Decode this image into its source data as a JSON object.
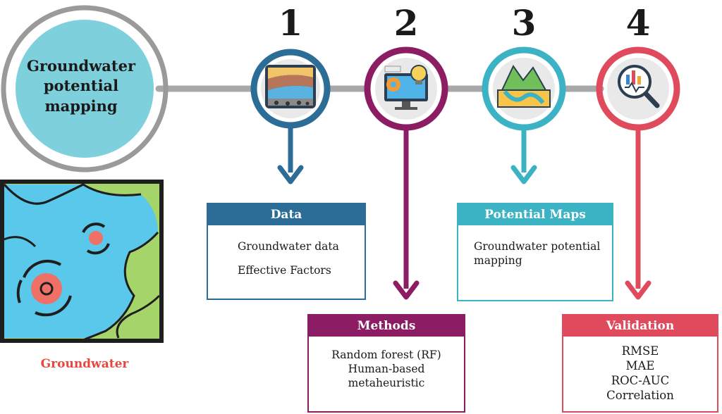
{
  "main": {
    "title": "Groundwater potential mapping"
  },
  "groundwater_label": "Groundwater",
  "steps": [
    {
      "number": "1",
      "color": "#2b6d96",
      "icon": "soil-layers-icon"
    },
    {
      "number": "2",
      "color": "#8c1d64",
      "icon": "computer-gear-bulb-icon"
    },
    {
      "number": "3",
      "color": "#3cb3c4",
      "icon": "terrain-map-icon"
    },
    {
      "number": "4",
      "color": "#e04a5d",
      "icon": "chart-magnifier-icon"
    }
  ],
  "boxes": {
    "data": {
      "title": "Data",
      "items": [
        "Groundwater data",
        "Effective Factors"
      ]
    },
    "methods": {
      "title": "Methods",
      "items": [
        "Random forest (RF)",
        "Human-based",
        "metaheuristic"
      ]
    },
    "maps": {
      "title": "Potential Maps",
      "items": [
        "Groundwater potential",
        "mapping"
      ]
    },
    "validation": {
      "title": "Validation",
      "items": [
        "RMSE",
        "MAE",
        "ROC-AUC",
        "Correlation"
      ]
    }
  },
  "colors": {
    "main_circle": "#7ed0dc",
    "connector": "#a8a8a8",
    "water": "#5ac8ea",
    "land": "#a5d46a",
    "label_red": "#e8473f"
  }
}
